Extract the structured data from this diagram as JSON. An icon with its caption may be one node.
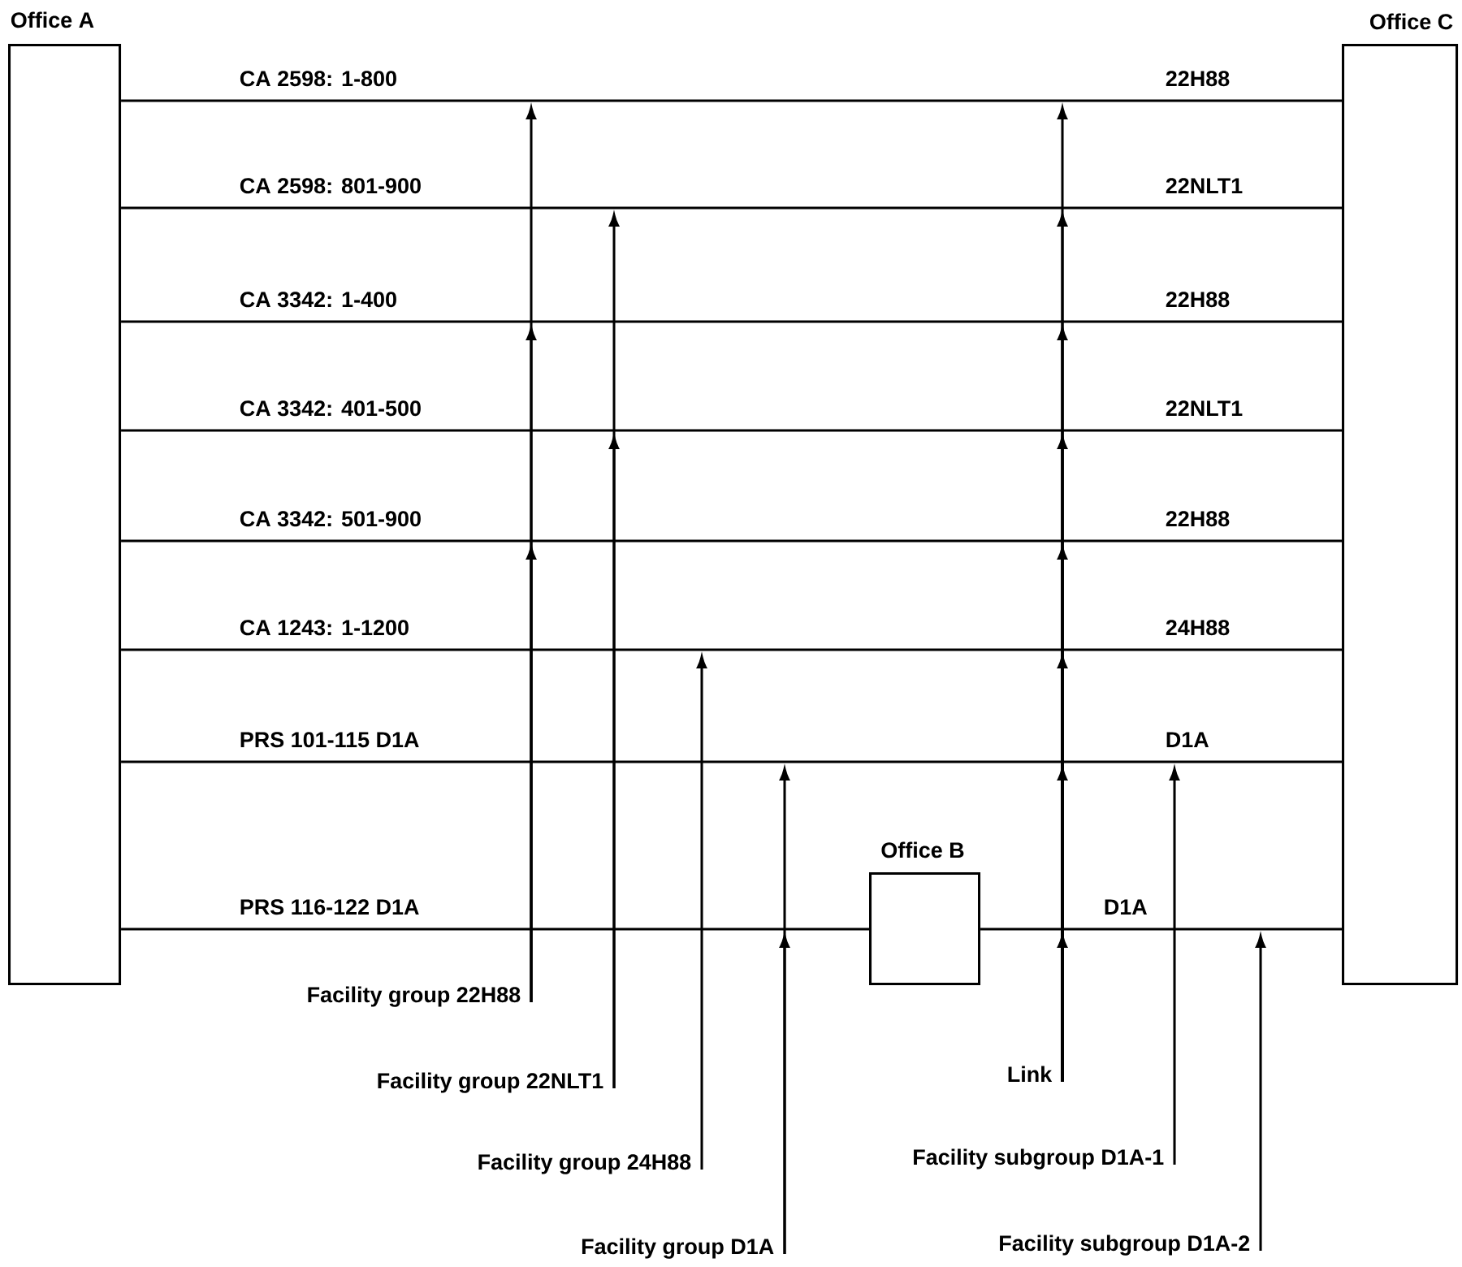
{
  "diagram": {
    "nodes": [
      {
        "text": [
          "Office A"
        ]
      },
      {
        "text": [
          "Office C"
        ]
      },
      {
        "text": [
          "Office B"
        ]
      },
      {
        "text": [
          "Facility group 22H88"
        ]
      },
      {
        "text": [
          "Facility group 22NLT1"
        ]
      },
      {
        "text": [
          "Facility group 24H88"
        ]
      },
      {
        "text": [
          "Facility group D1A"
        ]
      },
      {
        "text": [
          "Link"
        ]
      },
      {
        "text": [
          "Facility subgroup D1A-1"
        ]
      },
      {
        "text": [
          "Facility subgroup D1A-2"
        ]
      }
    ],
    "edges": [
      {
        "from": 0,
        "to": 1,
        "arrow": "none",
        "label": "CA 2598: 1-800"
      },
      {
        "from": 0,
        "to": 1,
        "arrow": "none",
        "label": "CA 2598: 801-900"
      },
      {
        "from": 0,
        "to": 1,
        "arrow": "none",
        "label": "CA 3342: 1-400"
      },
      {
        "from": 0,
        "to": 1,
        "arrow": "none",
        "label": "CA 3342: 401-500"
      },
      {
        "from": 0,
        "to": 1,
        "arrow": "none",
        "label": "CA 3342: 501-900"
      },
      {
        "from": 0,
        "to": 1,
        "arrow": "none",
        "label": "CA 1243: 1-1200"
      },
      {
        "from": 0,
        "to": 1,
        "arrow": "none",
        "label": "PRS 101-115 D1A"
      },
      {
        "from": 0,
        "to": 2,
        "arrow": "none",
        "label": "PRS 116-122 D1A"
      },
      {
        "from": 2,
        "to": 1,
        "arrow": "none",
        "label": "D1A"
      },
      {
        "from": 3,
        "to": null,
        "arrow": "to"
      },
      {
        "from": 3,
        "to": null,
        "arrow": "to"
      },
      {
        "from": 3,
        "to": null,
        "arrow": "to"
      },
      {
        "from": 4,
        "to": null,
        "arrow": "to"
      },
      {
        "from": 4,
        "to": null,
        "arrow": "to"
      },
      {
        "from": 5,
        "to": null,
        "arrow": "to"
      },
      {
        "from": 6,
        "to": null,
        "arrow": "to"
      },
      {
        "from": 6,
        "to": null,
        "arrow": "to"
      },
      {
        "from": 7,
        "to": null,
        "arrow": "to"
      },
      {
        "from": 7,
        "to": null,
        "arrow": "to"
      },
      {
        "from": 7,
        "to": null,
        "arrow": "to"
      },
      {
        "from": 7,
        "to": null,
        "arrow": "to"
      },
      {
        "from": 7,
        "to": null,
        "arrow": "to"
      },
      {
        "from": 7,
        "to": null,
        "arrow": "to"
      },
      {
        "from": 7,
        "to": null,
        "arrow": "to"
      },
      {
        "from": 7,
        "to": null,
        "arrow": "to"
      },
      {
        "from": 8,
        "to": null,
        "arrow": "to"
      },
      {
        "from": 9,
        "to": null,
        "arrow": "to"
      }
    ],
    "labels": [
      "22H88",
      "22NLT1",
      "22H88",
      "22NLT1",
      "22H88",
      "24H88",
      "D1A"
    ]
  }
}
